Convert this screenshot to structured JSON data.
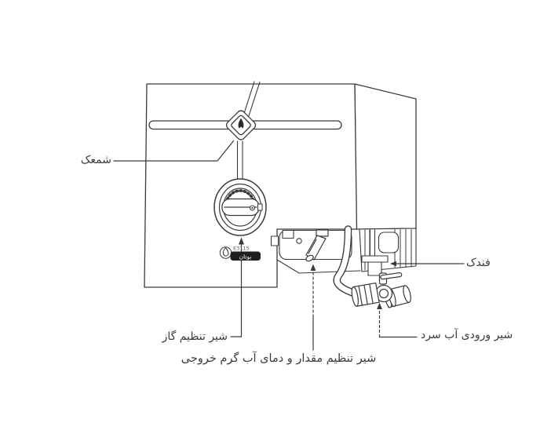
{
  "diagram": {
    "subject": "gas-water-heater-parts-diagram",
    "labels": {
      "pilot": "شمعک",
      "igniter": "فندک",
      "gas_valve": "شیر تنظیم گاز",
      "hot_water_valve": "شیر تنظیم مقدار و دمای آب گرم خروجی",
      "cold_water_inlet": "شیر ورودی آب سرد"
    },
    "badge": {
      "code": "E3115",
      "brand": "بوتان"
    },
    "colors": {
      "line": "#3a3a3a",
      "text": "#3b3b3b",
      "background": "#ffffff",
      "badge_fill": "#1f1f1f",
      "glyph_fill": "#2a2a2a"
    }
  }
}
